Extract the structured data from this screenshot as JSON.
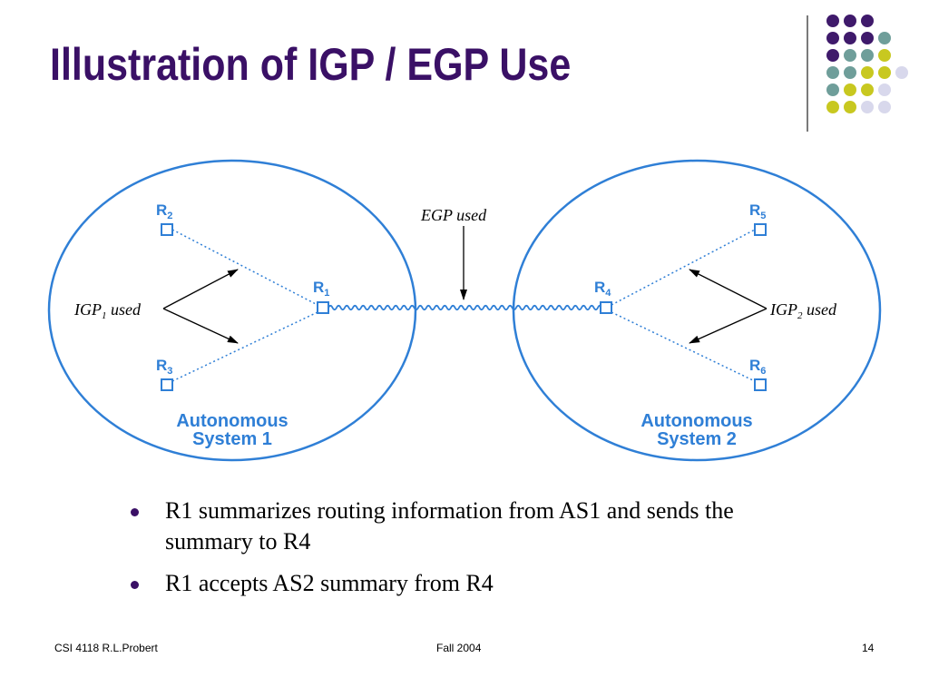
{
  "slide": {
    "title": "Illustration of IGP / EGP Use"
  },
  "diagram": {
    "egp_label": "EGP used",
    "igp_left": {
      "main": "IGP",
      "sub": "1",
      "suffix": " used"
    },
    "igp_right": {
      "main": "IGP",
      "sub": "2",
      "suffix": " used"
    },
    "routers": [
      {
        "id": "r1",
        "main": "R",
        "sub": "1"
      },
      {
        "id": "r2",
        "main": "R",
        "sub": "2"
      },
      {
        "id": "r3",
        "main": "R",
        "sub": "3"
      },
      {
        "id": "r4",
        "main": "R",
        "sub": "4"
      },
      {
        "id": "r5",
        "main": "R",
        "sub": "5"
      },
      {
        "id": "r6",
        "main": "R",
        "sub": "6"
      }
    ],
    "as1": {
      "line1": "Autonomous",
      "line2": "System 1"
    },
    "as2": {
      "line1": "Autonomous",
      "line2": "System 2"
    }
  },
  "bullets": [
    "R1 summarizes routing information from AS1 and sends the summary to R4",
    "R1 accepts AS2 summary from R4"
  ],
  "footer": {
    "left": "CSI 4118 R.L.Probert",
    "center": "Fall 2004",
    "right": "14"
  },
  "colors": {
    "title": "#3a1066",
    "diagram_blue": "#2f7fd6",
    "dot_purple": "#3f1a6b",
    "dot_teal": "#6f9e9a",
    "dot_yellow": "#c8c820",
    "dot_lavender": "#d8d8ec"
  }
}
